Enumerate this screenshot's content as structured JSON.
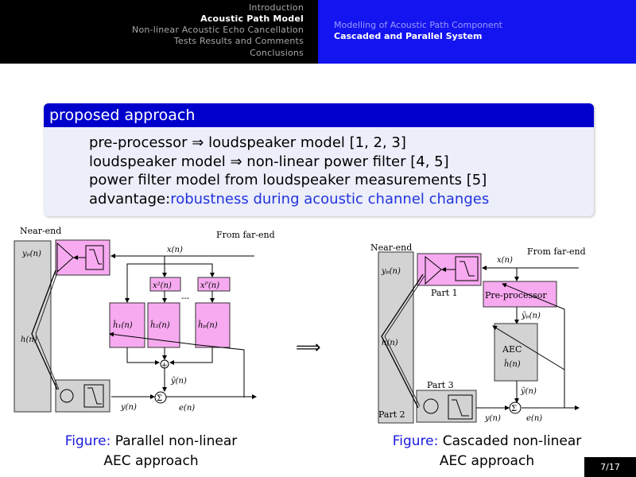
{
  "header": {
    "sections": [
      {
        "label": "Introduction",
        "active": false
      },
      {
        "label": "Acoustic Path Model",
        "active": true
      },
      {
        "label": "Non-linear Acoustic Echo Cancellation",
        "active": false
      },
      {
        "label": "Tests Results and Comments",
        "active": false
      },
      {
        "label": "Conclusions",
        "active": false
      }
    ],
    "subsection": "Modelling of Acoustic Path Component",
    "subsubsection": "Cascaded and Parallel System"
  },
  "block": {
    "title": "proposed approach",
    "lines": [
      "pre-processor ⇒ loudspeaker model [1, 2, 3]",
      "loudspeaker model ⇒ non-linear power filter [4, 5]",
      "power filter model from loudspeaker measurements [5]"
    ],
    "advantage_label": "advantage:",
    "advantage_text": "robustness during acoustic channel changes"
  },
  "figure_left": {
    "near_end": "Near-end",
    "far_end": "From far-end",
    "yp": "yₚ(n)",
    "x": "x(n)",
    "x2": "x²(n)",
    "xP": "xᴾ(n)",
    "dots": "---",
    "h1": "ĥ₁(n)",
    "h2": "ĥ₂(n)",
    "hP": "ĥₚ(n)",
    "h": "h(n)",
    "yhat": "ŷ(n)",
    "y": "y(n)",
    "e": "e(n)",
    "caption_label": "Figure:",
    "caption_line1": "Parallel non-linear",
    "caption_line2": "AEC approach"
  },
  "implies_arrow": "⟹",
  "figure_right": {
    "near_end": "Near-end",
    "far_end": "From far-end",
    "yp": "yₚ(n)",
    "x": "x(n)",
    "part1": "Part 1",
    "part2": "Part 2",
    "part3": "Part 3",
    "preprocessor": "Pre-processor",
    "yPhat": "ŷₚ(n)",
    "aec": "AEC",
    "aec_h": "ĥ(n)",
    "h": "h(n)",
    "yhat": "ŷ(n)",
    "y": "y(n)",
    "e": "e(n)",
    "caption_label": "Figure:",
    "caption_line1": "Cascaded non-linear",
    "caption_line2": "AEC approach"
  },
  "page": "7/17",
  "colors": {
    "header_left": "#000000",
    "header_right": "#1414f0",
    "block_title": "#0000cc",
    "block_body": "#eceefa",
    "pink": "#f7aaf0",
    "gray": "#d3d3d3",
    "accent": "#2233dd"
  }
}
